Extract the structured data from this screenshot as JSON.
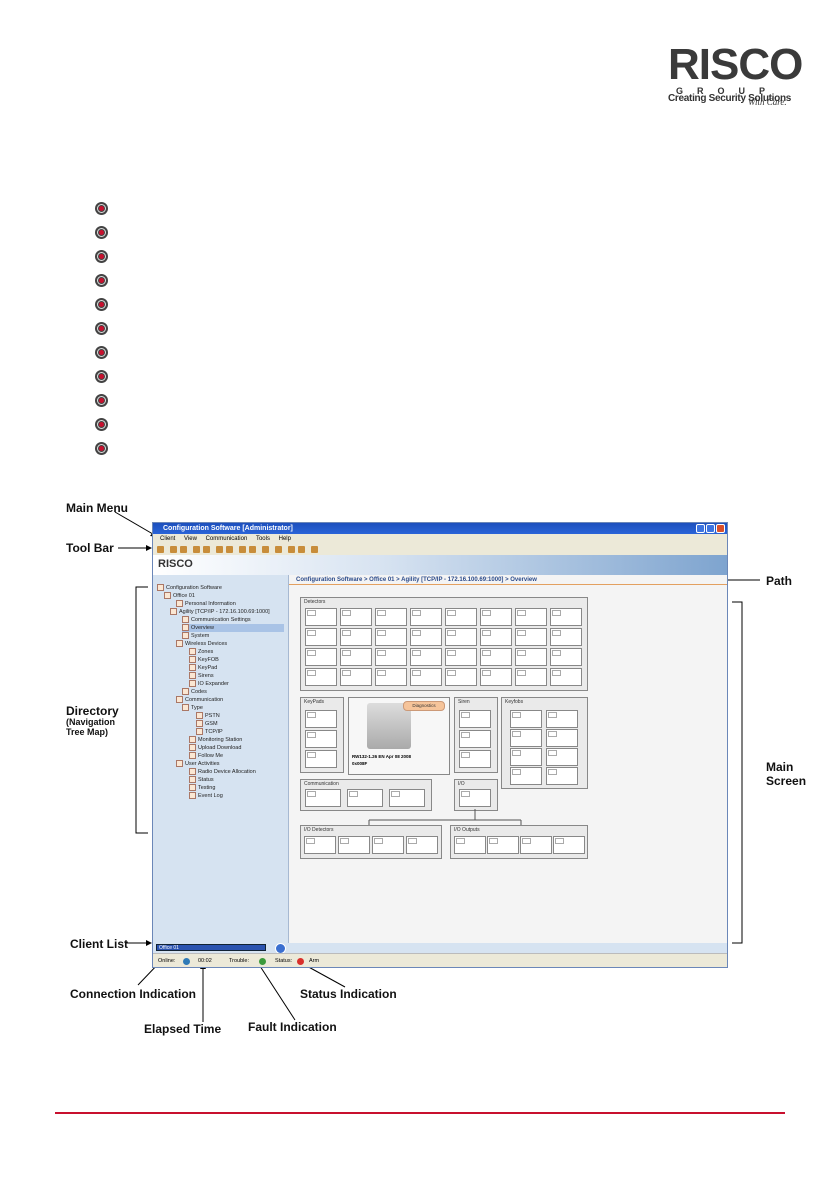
{
  "logo": {
    "name": "RISCO",
    "group": "GROUP",
    "tagline": "Creating Security Solutions",
    "care": "With Care."
  },
  "callouts": {
    "main_menu": "Main Menu",
    "tool_bar": "Tool Bar",
    "path": "Path",
    "directory": "Directory",
    "directory_sub1": "(Navigation",
    "directory_sub2": "Tree Map)",
    "main_screen1": "Main",
    "main_screen2": "Screen",
    "client_list": "Client List",
    "connection_indication": "Connection Indication",
    "elapsed_time": "Elapsed Time",
    "fault_indication": "Fault Indication",
    "status_indication": "Status Indication"
  },
  "app": {
    "title": "Configuration Software [Administrator]",
    "menu": [
      "Client",
      "View",
      "Communication",
      "Tools",
      "Help"
    ],
    "banner_logo": "RISCO",
    "path": "Configuration Software > Office 01 > Agility [TCP/IP - 172.16.100.69:1000] > Overview",
    "tree": [
      "Configuration Software",
      "Office 01",
      "Personal Information",
      "Agility [TCP/IP - 172.16.100.69:1000]",
      "Communication Settings",
      "Overview",
      "System",
      "Wireless Devices",
      "Zones",
      "KeyFOB",
      "KeyPad",
      "Sirens",
      "IO Expander",
      "Codes",
      "Communication",
      "Type",
      "PSTN",
      "GSM",
      "TCP/IP",
      "Monitoring Station",
      "Upload Download",
      "Follow Me",
      "User Activities",
      "Radio Device Allocation",
      "Status",
      "Testing",
      "Event Log"
    ],
    "groups": {
      "detectors": "Detectors",
      "keypads": "KeyPads",
      "sirens": "Siren",
      "keyfobs": "Keyfobs",
      "communication": "Communication",
      "io": "I/O",
      "io_detectors": "I/O Detectors",
      "io_outputs": "I/O Outputs",
      "diagnostics": "Diagnostics",
      "panel_info1": "RW132-1.26 EN Apr 08 2008",
      "panel_info2": "0x008F"
    },
    "client_list_value": "Office 01",
    "status": {
      "online_label": "Online:",
      "elapsed": "00:02",
      "trouble_label": "Trouble:",
      "status_label": "Status:",
      "status_value": "Arm"
    }
  }
}
